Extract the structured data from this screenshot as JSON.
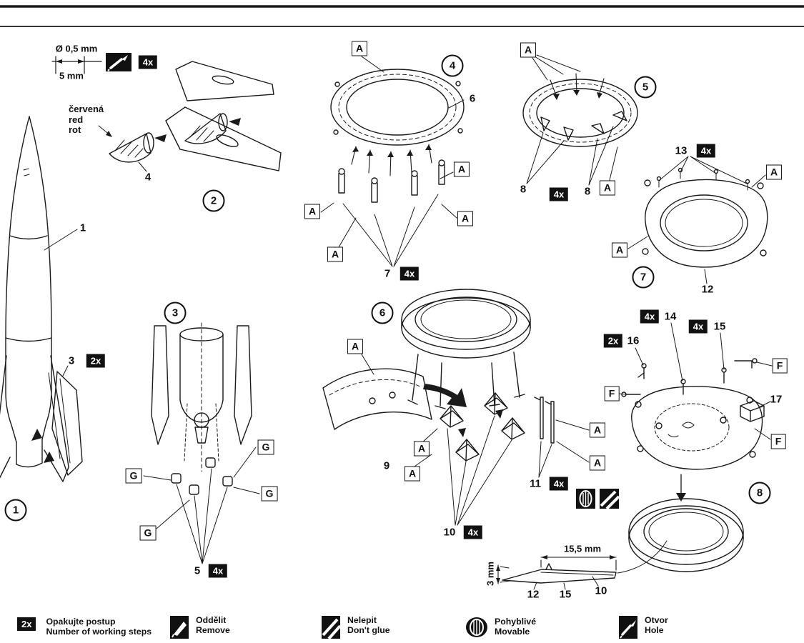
{
  "letters": {
    "A": "A",
    "G": "G",
    "F": "F"
  },
  "badges": {
    "x2": "2x",
    "x4": "4x"
  },
  "steps": {
    "s1": "1",
    "s2": "2",
    "s3": "3",
    "s4": "4",
    "s5": "5",
    "s6": "6",
    "s7": "7",
    "s8": "8"
  },
  "parts": {
    "p1": "1",
    "p3": "3",
    "p4": "4",
    "p5": "5",
    "p6": "6",
    "p7": "7",
    "p8": "8",
    "p9": "9",
    "p10": "10",
    "p11": "11",
    "p12": "12",
    "p13": "13",
    "p14": "14",
    "p15": "15",
    "p16": "16",
    "p17": "17"
  },
  "measurements": {
    "drill_diameter": "Ø 0,5 mm",
    "drill_spacing": "5 mm",
    "vane_length": "15,5 mm",
    "vane_height": "3 mm"
  },
  "color_note": {
    "cz": "červená",
    "en": "red",
    "de": "rot"
  },
  "legend": {
    "repeat": {
      "badge": "2x",
      "l1": "Opakujte postup",
      "l2": "Number of working steps"
    },
    "remove": {
      "l1": "Oddělit",
      "l2": "Remove"
    },
    "dont_glue": {
      "l1": "Nelepit",
      "l2": "Don't glue"
    },
    "movable": {
      "l1": "Pohyblivé",
      "l2": "Movable"
    },
    "hole": {
      "l1": "Otvor",
      "l2": "Hole"
    }
  }
}
